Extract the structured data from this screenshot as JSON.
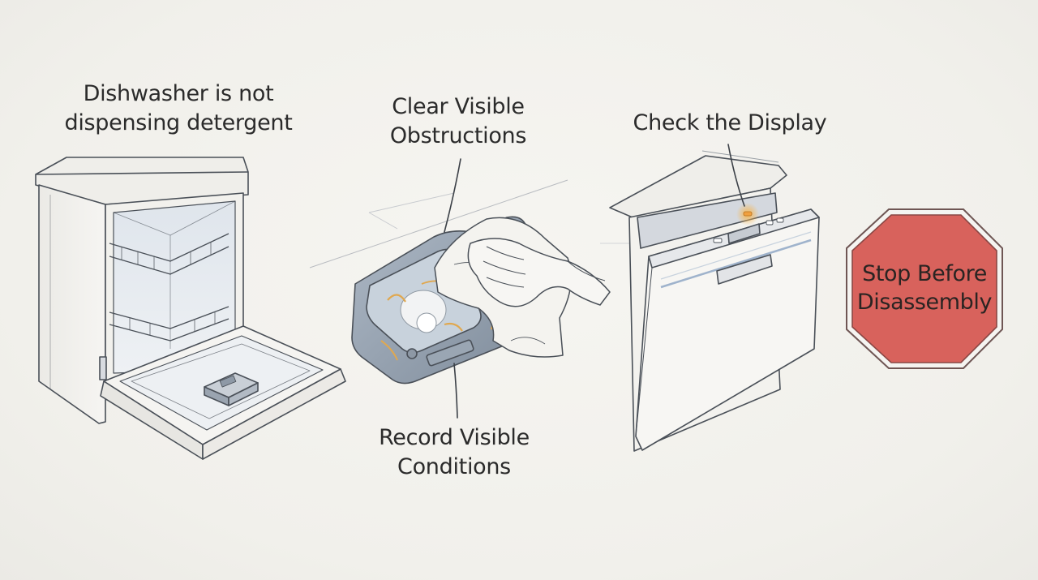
{
  "labels": {
    "step1": [
      "Dishwasher is not",
      "dispensing detergent"
    ],
    "step2": [
      "Clear Visible",
      "Obstructions"
    ],
    "step3": [
      "Record Visible",
      "Conditions"
    ],
    "step4": "Check the Display"
  },
  "stop_sign": {
    "lines": [
      "Stop Before",
      "Disassembly"
    ],
    "fill": "#d8625c",
    "border": "#8a4744"
  },
  "colors": {
    "ink": "#4a5058",
    "accent_glow": "#f0a040",
    "residue": "#e0a850",
    "background": "#f3f2ee"
  },
  "icons": [
    "open-dishwasher-icon",
    "detergent-dispenser-icon",
    "wiping-hand-icon",
    "closed-dishwasher-icon",
    "stop-sign-icon"
  ]
}
